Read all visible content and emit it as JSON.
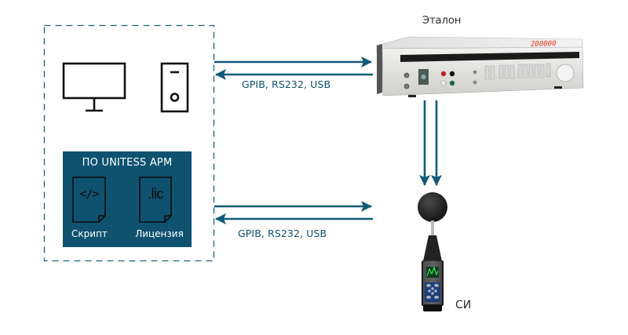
{
  "workstation": {
    "monitor_icon": "monitor-icon",
    "pc_icon": "pc-tower-icon",
    "software_box": {
      "title": "ПО UNITESS АРМ",
      "documents": [
        {
          "icon": "code-file-icon",
          "glyph": "</>",
          "label": "Скрипт"
        },
        {
          "icon": "license-file-icon",
          "glyph": ".lic",
          "label": "Лицензия"
        }
      ]
    }
  },
  "connections": [
    {
      "label": "GPIB, RS232, USB",
      "target": "Эталон"
    },
    {
      "label": "GPIB, RS232, USB",
      "target": "СИ"
    }
  ],
  "devices": {
    "reference": {
      "label": "Эталон",
      "display_value": "200000"
    },
    "instrument": {
      "label": "СИ"
    }
  },
  "colors": {
    "accent": "#0e5270",
    "arrow": "#105a78",
    "dashed_border": "#1f5f7a",
    "display_red": "#e8361f"
  }
}
